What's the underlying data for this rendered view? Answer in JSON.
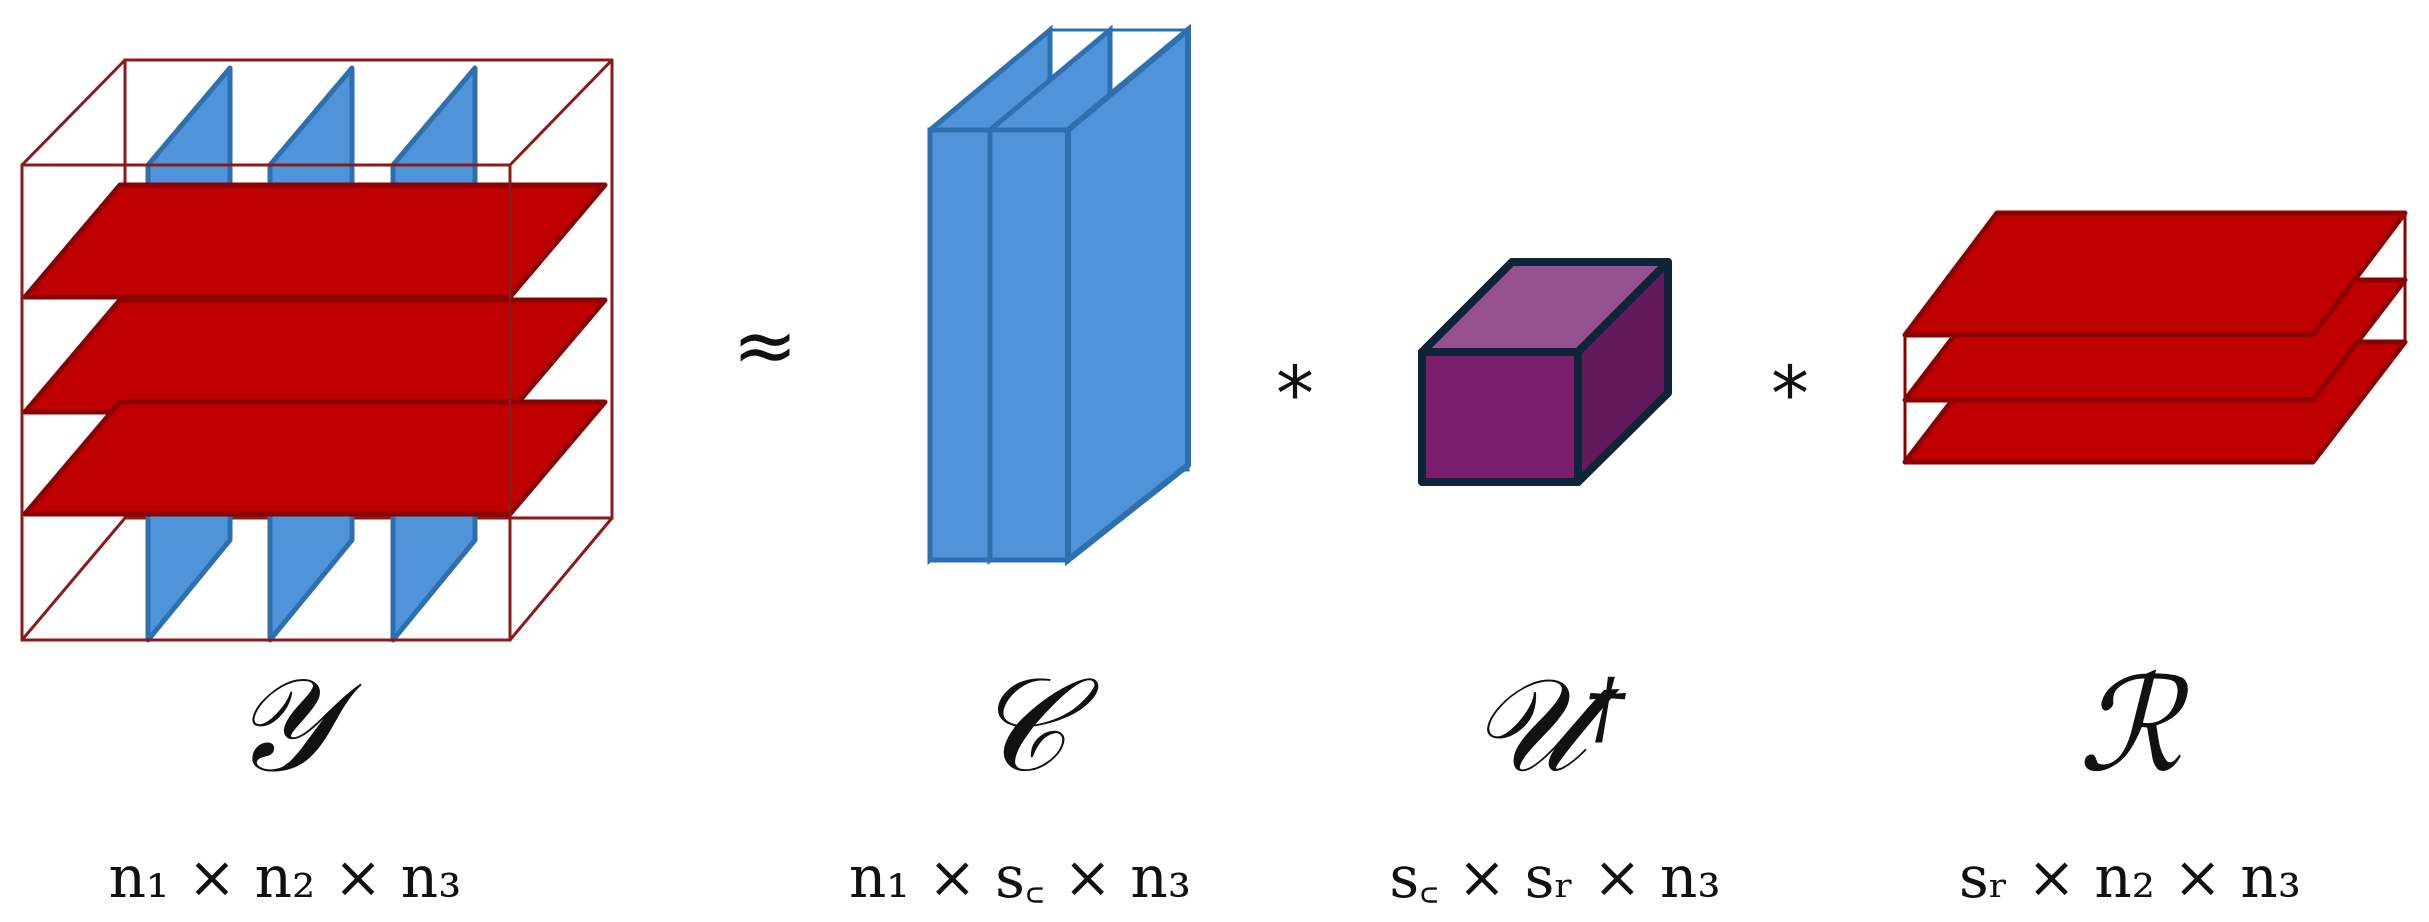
{
  "colors": {
    "blue_fill": "#4F94D9",
    "blue_stroke": "#2E6FB0",
    "red_fill": "#C00000",
    "red_stroke": "#8B0000",
    "purple_front": "#7B1E6C",
    "purple_top": "#955090",
    "purple_side": "#631A5A",
    "purple_stroke": "#0F2438",
    "cube_outline": "#8B1A1A"
  },
  "operators": {
    "approx": "≈",
    "star1": "*",
    "star2": "*"
  },
  "terms": [
    {
      "symbol": "𝒴",
      "dims": "n₁ × n₂ × n₃"
    },
    {
      "symbol": "𝒞",
      "dims": "n₁ × s꜀ × n₃"
    },
    {
      "symbol": "𝒰",
      "sup": "†",
      "dims": "s꜀ × sᵣ × n₃"
    },
    {
      "symbol": "ℛ",
      "dims": "sᵣ × n₂ × n₃"
    }
  ]
}
